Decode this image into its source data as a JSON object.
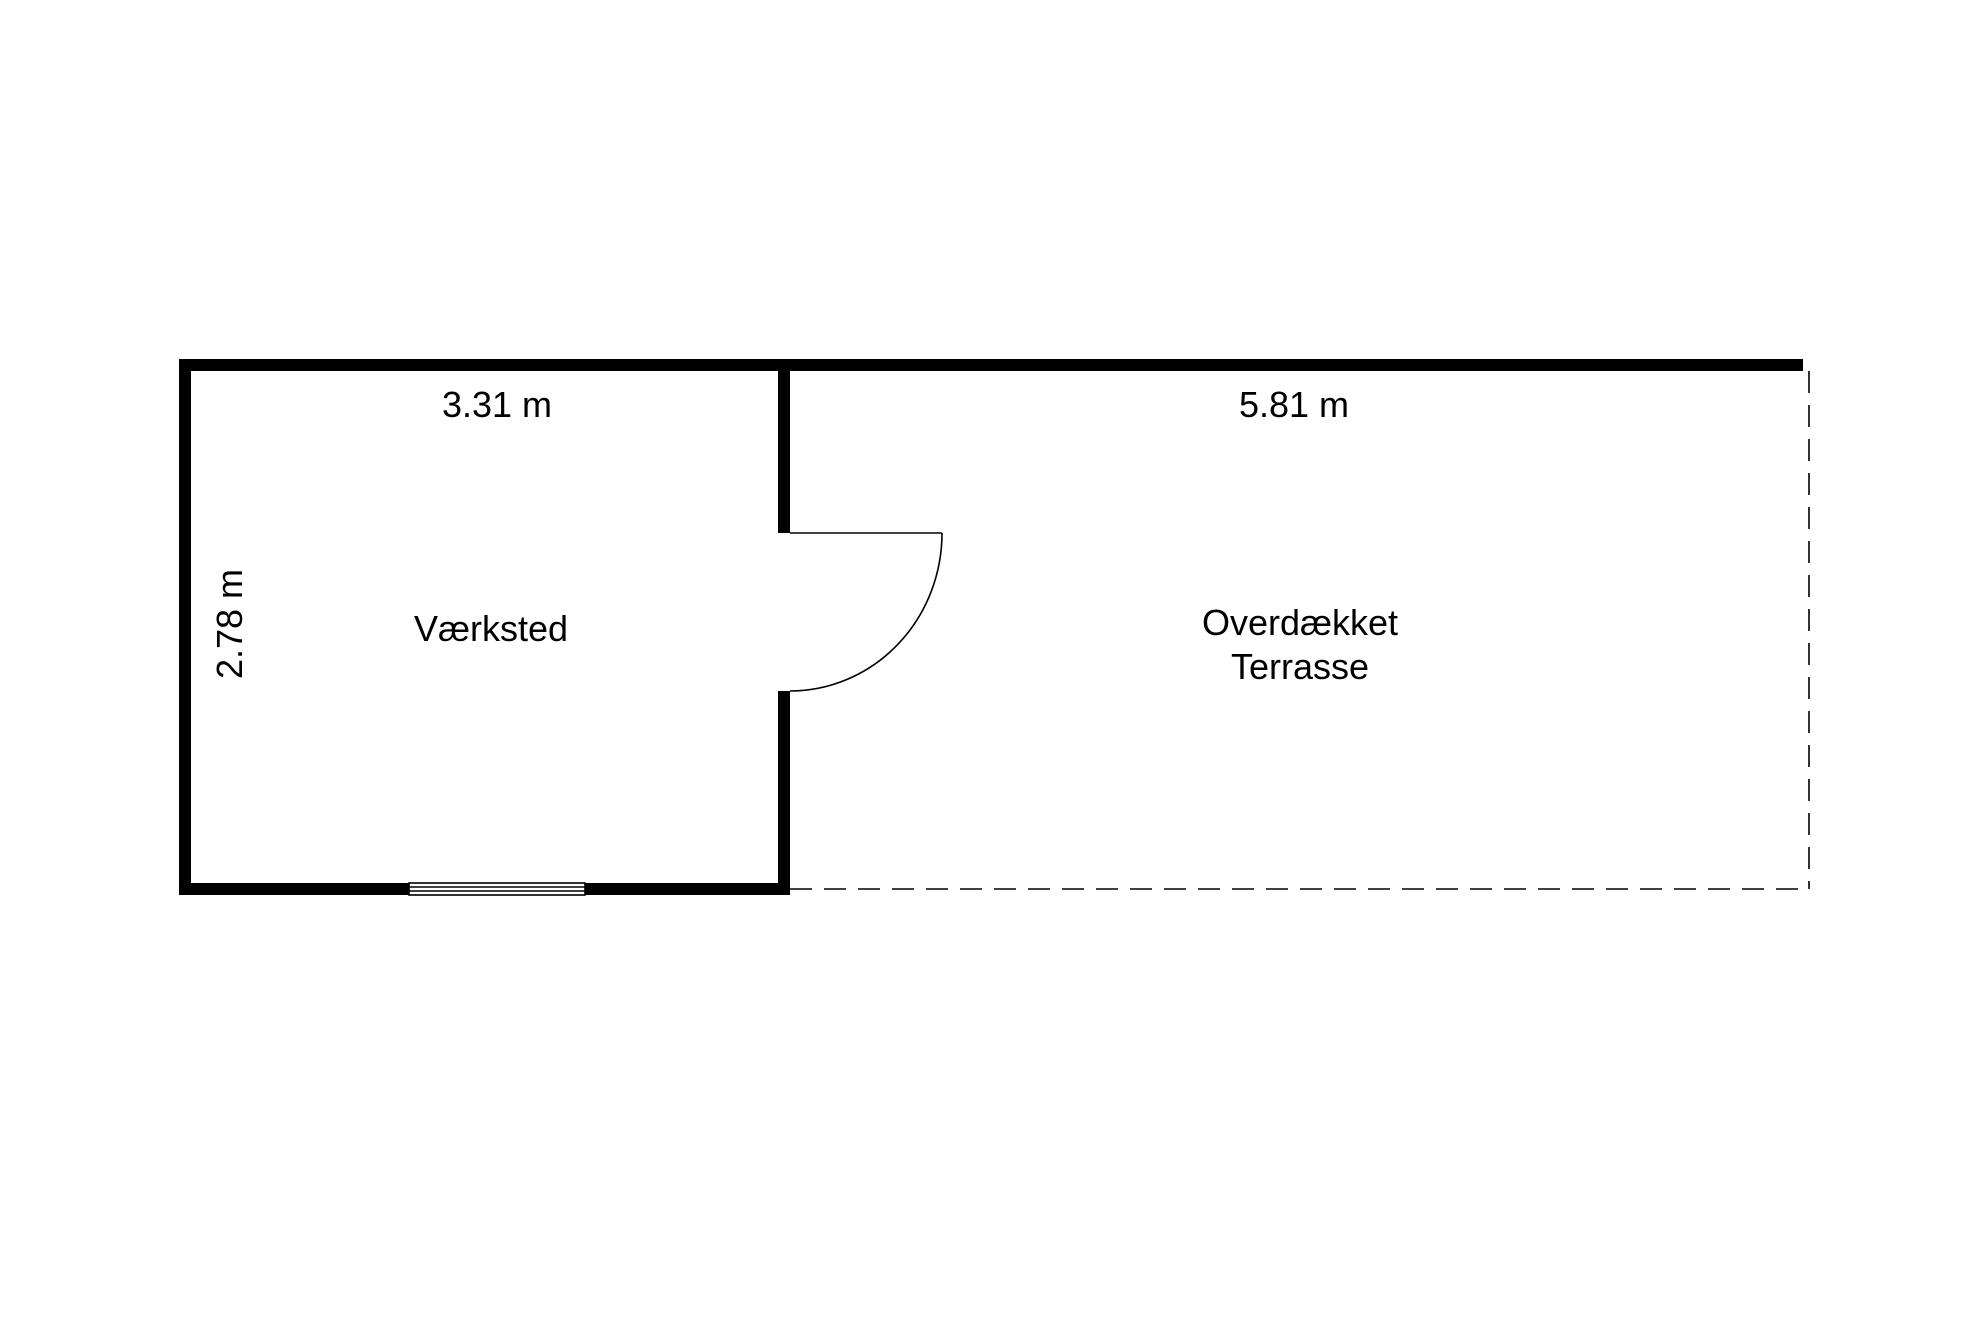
{
  "floorplan": {
    "rooms": [
      {
        "name": "Værksted"
      },
      {
        "name_line1": "Overdækket",
        "name_line2": "Terrasse"
      }
    ],
    "dimensions": {
      "vaerksted_width": "3.31 m",
      "terrasse_width": "5.81 m",
      "vaerksted_depth": "2.78 m"
    },
    "colors": {
      "wall": "#000000",
      "background": "#ffffff"
    }
  }
}
